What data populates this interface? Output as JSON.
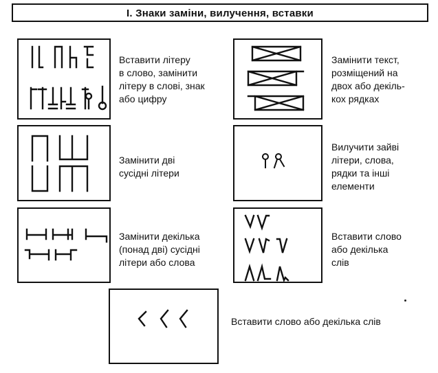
{
  "header": {
    "title": "І. Знаки заміни, вилучення, вставки"
  },
  "items": [
    {
      "symbol_icon": "insert-replace-letter-marks",
      "description": "Вставити літеру\nв слово, замінити\nлітеру в слові, знак\nабо цифру"
    },
    {
      "symbol_icon": "crossed-out-lines-marks",
      "description": "Замінити текст,\nрозміщений на\nдвох або декіль-\nкох рядках"
    },
    {
      "symbol_icon": "bracket-pair-marks",
      "description": "Замінити дві\nсусідні літери"
    },
    {
      "symbol_icon": "delete-loop-marks",
      "description": "Вилучити зайві\nлітери, слова,\nрядки та інші\nелементи"
    },
    {
      "symbol_icon": "horizontal-bracket-marks",
      "description": "Замінити декілька\n(понад дві) сусідні\nлітери або слова"
    },
    {
      "symbol_icon": "caret-insert-marks",
      "description": "Вставити слово\nабо декілька\nслів"
    },
    {
      "symbol_icon": "angle-insert-marks",
      "description": "Вставити слово або декілька слів"
    }
  ]
}
